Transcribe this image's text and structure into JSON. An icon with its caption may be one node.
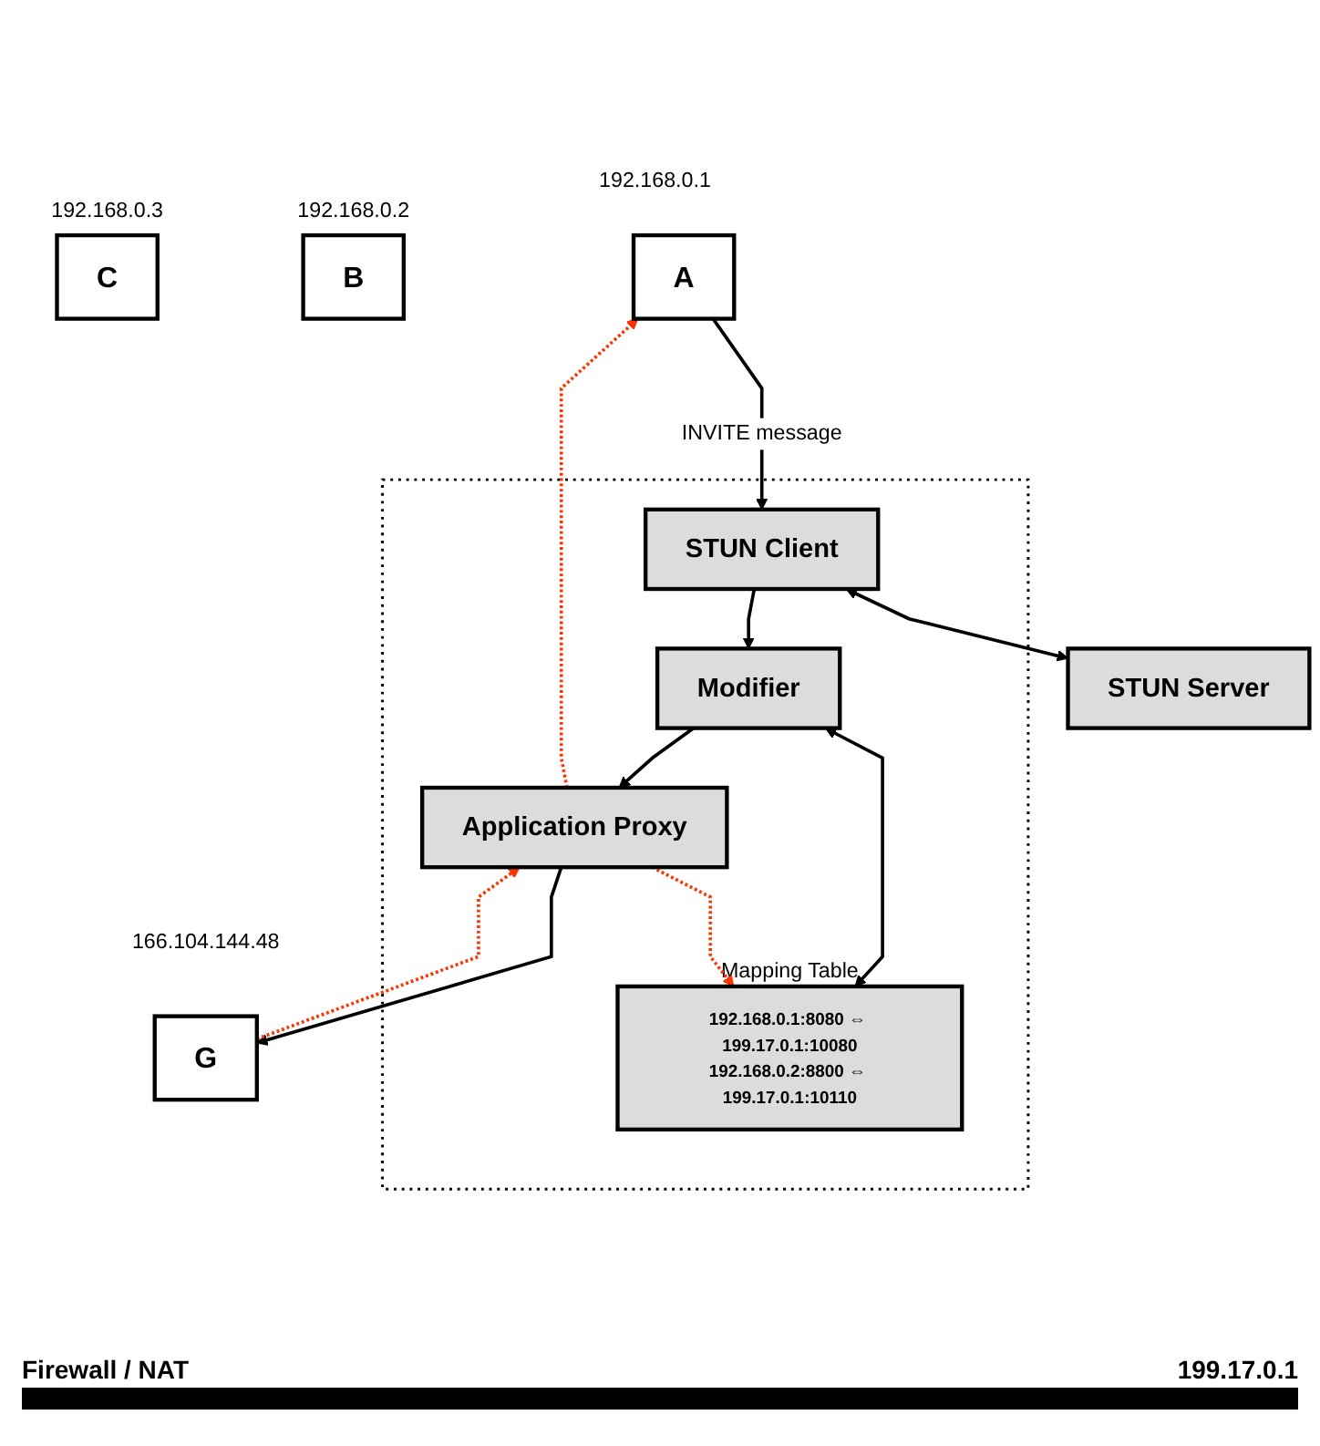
{
  "diagram": {
    "nodes": [
      {
        "text": [
          "A"
        ],
        "beside": [
          "192.168.0.1"
        ]
      },
      {
        "text": [
          "B"
        ],
        "beside": [
          "192.168.0.2"
        ]
      },
      {
        "text": [
          "C"
        ],
        "beside": [
          "192.168.0.3"
        ]
      },
      {
        "text": [],
        "shape": "box"
      },
      {
        "text": [
          "STUN Client"
        ],
        "in": 3
      },
      {
        "text": [
          "Modifier"
        ],
        "in": 3
      },
      {
        "text": [
          "Application Proxy"
        ],
        "in": 3
      },
      {
        "text": [
          "192.168.0.1:8080 ⇔ 199.17.0.1:10080",
          "192.168.0.2:8800 ⇔ 199.17.0.1:10110"
        ],
        "in": 3,
        "beside": [
          "Mapping Table"
        ]
      },
      {
        "text": [
          "STUN Server"
        ]
      },
      {
        "text": [
          "G"
        ],
        "beside": [
          "166.104.144.48"
        ]
      }
    ],
    "edges": [
      {
        "from": 0,
        "to": 4,
        "arrow": "to",
        "label": "INVITE message"
      },
      {
        "from": 4,
        "to": 5,
        "arrow": "to"
      },
      {
        "from": 5,
        "to": 6,
        "arrow": "to"
      },
      {
        "from": 5,
        "to": 7,
        "arrow": "both"
      },
      {
        "from": 6,
        "to": 7,
        "arrow": "to",
        "style": "dashed",
        "color": "#ff3300"
      },
      {
        "from": 6,
        "to": 0,
        "arrow": "to",
        "style": "dashed",
        "color": "#ff3300"
      },
      {
        "from": 4,
        "to": 8,
        "arrow": "both"
      },
      {
        "from": 6,
        "to": 9,
        "arrow": "to"
      },
      {
        "from": 9,
        "to": 6,
        "arrow": "to",
        "style": "dashed",
        "color": "#ff3300"
      }
    ],
    "labels": [
      "Firewall / NAT",
      "199.17.0.1"
    ]
  }
}
